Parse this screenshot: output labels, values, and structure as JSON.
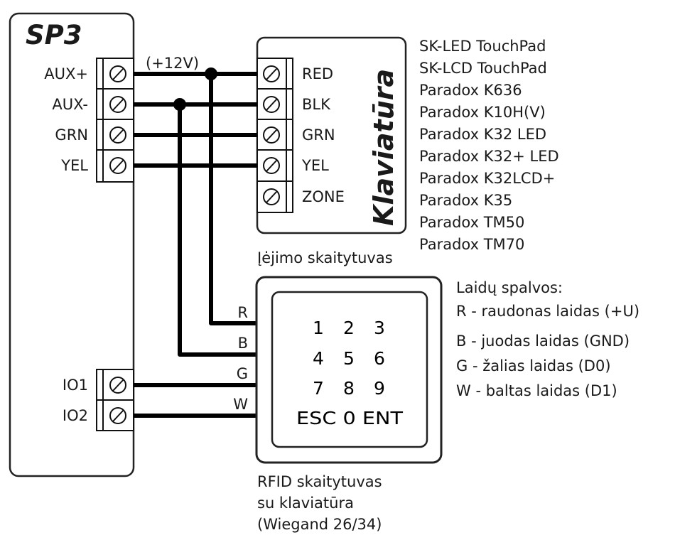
{
  "controller": {
    "title": "SP3",
    "terminals_top": [
      "AUX+",
      "AUX-",
      "GRN",
      "YEL"
    ],
    "terminals_bottom": [
      "IO1",
      "IO2"
    ],
    "supply_label": "(+12V)"
  },
  "keypad_module": {
    "title": "Klaviatūra",
    "terminals": [
      "RED",
      "BLK",
      "GRN",
      "YEL",
      "ZONE"
    ],
    "compatible_models": [
      "SK-LED TouchPad",
      "SK-LCD TouchPad",
      "Paradox K636",
      "Paradox K10H(V)",
      "Paradox K32 LED",
      "Paradox K32+ LED",
      "Paradox K32LCD+",
      "Paradox K35",
      "Paradox TM50",
      "Paradox TM70"
    ]
  },
  "reader": {
    "heading": "Įėjimo skaitytuvas",
    "wire_labels": [
      "R",
      "B",
      "G",
      "W"
    ],
    "keys": [
      [
        "1",
        "2",
        "3"
      ],
      [
        "4",
        "5",
        "6"
      ],
      [
        "7",
        "8",
        "9"
      ],
      [
        "ESC 0 ENT"
      ]
    ],
    "caption": [
      "RFID skaitytuvas",
      "su klaviatūra",
      "(Wiegand 26/34)"
    ]
  },
  "wire_legend": {
    "title": "Laidų spalvos:",
    "items": [
      "R - raudonas laidas (+U)",
      "B - juodas laidas (GND)",
      "G - žalias laidas (D0)",
      "W - baltas laidas (D1)"
    ]
  }
}
